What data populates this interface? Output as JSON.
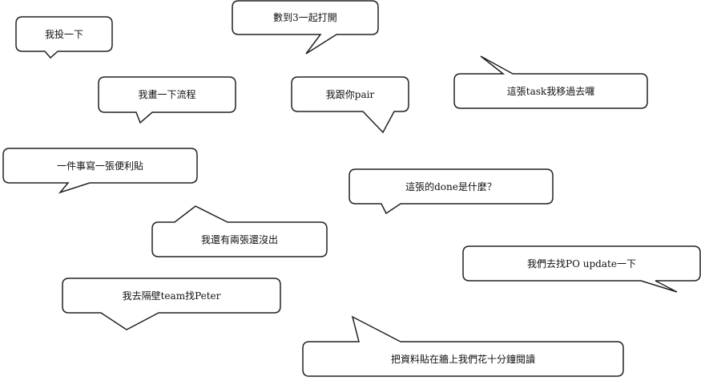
{
  "bubbles": [
    {
      "id": "b1",
      "text": "我投一下"
    },
    {
      "id": "b2",
      "text": "數到3一起打開"
    },
    {
      "id": "b3",
      "text": "我畫一下流程"
    },
    {
      "id": "b4",
      "text": "我跟你pair"
    },
    {
      "id": "b5",
      "text": "這張task我移過去囉"
    },
    {
      "id": "b6",
      "text": "一件事寫一張便利貼"
    },
    {
      "id": "b7",
      "text": "這張的done是什麼？"
    },
    {
      "id": "b8",
      "text": "我還有兩張還沒出"
    },
    {
      "id": "b9",
      "text": "我們去找PO update一下"
    },
    {
      "id": "b10",
      "text": "我去隔壁team找Peter"
    },
    {
      "id": "b11",
      "text": "把資料貼在牆上我們花十分鐘閱讀"
    }
  ],
  "colors": {
    "background": "#ffffff",
    "bubble_fill": "#ffffff",
    "bubble_stroke": "#222222",
    "text": "#111111"
  }
}
